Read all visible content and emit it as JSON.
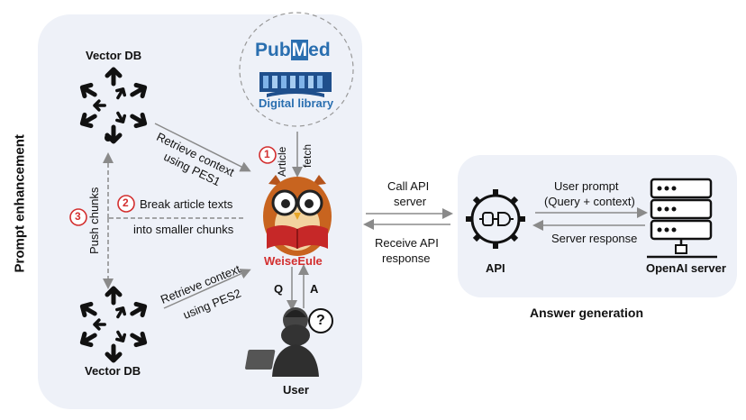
{
  "left_panel": {
    "side_label": "Prompt enhancement",
    "vector_db_top": "Vector DB",
    "vector_db_bottom": "Vector DB",
    "pubmed": {
      "pub": "Pub",
      "m": "M",
      "ed": "ed",
      "library": "Digital library"
    },
    "steps": {
      "retrieve_pes1": {
        "line1": "Retrieve context",
        "line2": "using PES1"
      },
      "article_fetch": {
        "line1": "Article",
        "line2": "fetch",
        "number": "1"
      },
      "break_chunks": {
        "line1": "Break article texts",
        "line2": "into smaller chunks",
        "number": "2"
      },
      "push_chunks": {
        "label": "Push chunks",
        "number": "3"
      },
      "retrieve_pes2": {
        "line1": "Retrieve context",
        "line2": "using PES2"
      }
    },
    "weiseeule": "WeiseEule",
    "q": "Q",
    "a": "A",
    "user": "User",
    "question_mark": "?"
  },
  "middle": {
    "call_api": {
      "line1": "Call API",
      "line2": "server"
    },
    "receive_api": {
      "line1": "Receive API",
      "line2": "response"
    }
  },
  "right_panel": {
    "api": "API",
    "user_prompt": {
      "line1": "User prompt",
      "line2": "(Query + context)"
    },
    "server_response": "Server response",
    "openai": "OpenAI server",
    "caption": "Answer generation"
  },
  "colors": {
    "panel_bg": "#eef1f8",
    "accent_red": "#d32f2f",
    "pubmed_blue": "#2a6fb0",
    "arrow": "#8a8a8a"
  }
}
